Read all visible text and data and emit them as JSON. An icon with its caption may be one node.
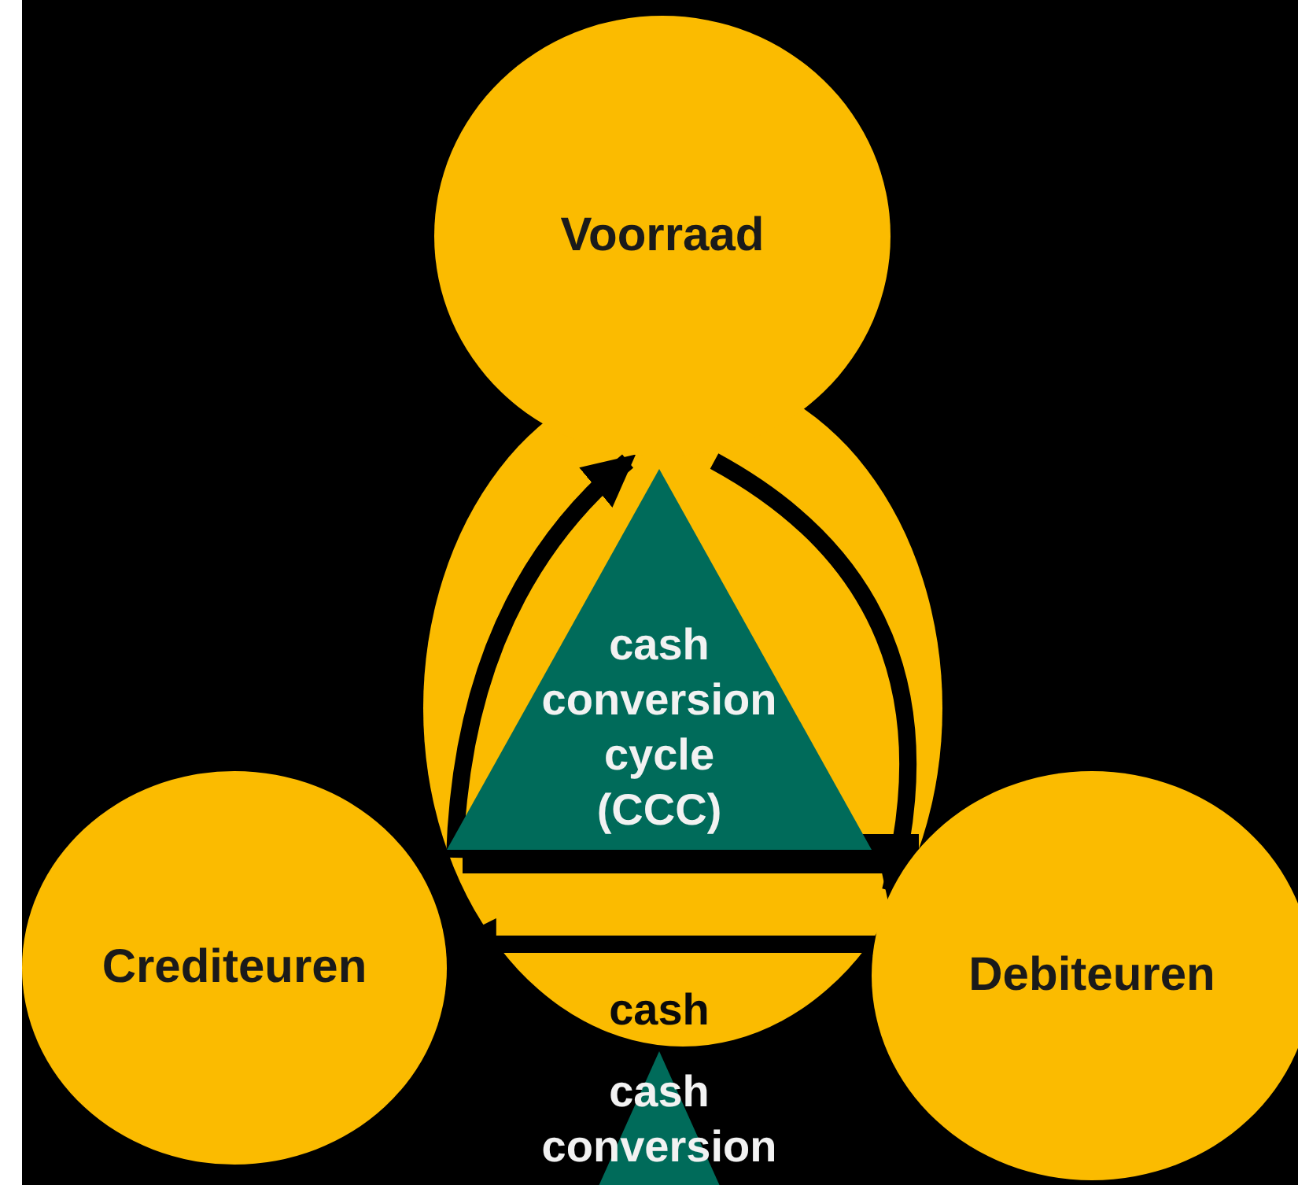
{
  "diagram": {
    "nodes": [
      {
        "text": [
          "Voorraad"
        ]
      },
      {
        "text": [
          "Crediteuren"
        ]
      },
      {
        "text": [
          "Debiteuren"
        ]
      },
      {
        "text": [
          "cash conversion cycle (CCC)"
        ]
      },
      {
        "text": [
          "cash",
          "cash conversion"
        ]
      }
    ],
    "edges": [
      {
        "from": 1,
        "to": 0,
        "arrow": "to"
      },
      {
        "from": 0,
        "to": 2,
        "arrow": "to"
      },
      {
        "from": 2,
        "to": 1,
        "arrow": "to"
      }
    ]
  }
}
